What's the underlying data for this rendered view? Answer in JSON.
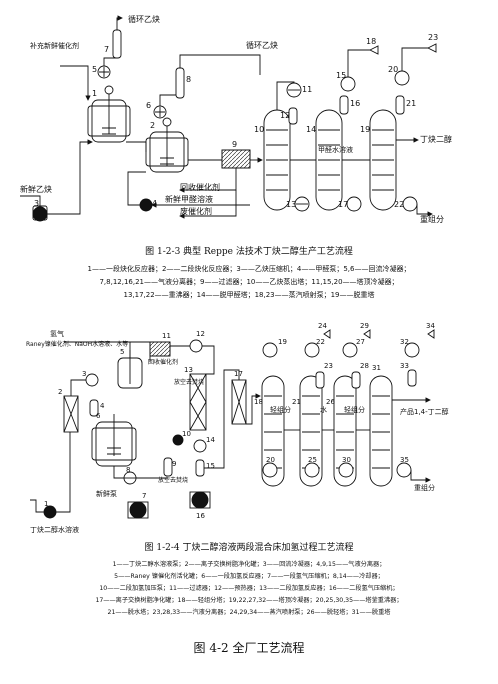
{
  "diagram1": {
    "labels": {
      "recycle_acetylene_top": "循环乙炔",
      "recycle_acetylene_right": "循环乙炔",
      "fresh_catalyst": "补充新鲜催化剂",
      "fresh_acetylene": "新鲜乙炔",
      "recover_catalyst": "回收催化剂",
      "fresh_formaldehyde": "新鲜甲醛溶液",
      "waste_catalyst": "废催化剂",
      "formaldehyde_water": "甲醛水溶液",
      "butynediol": "丁炔二醇",
      "heavy": "重组分"
    },
    "numbers": [
      "1",
      "2",
      "3",
      "4",
      "5",
      "6",
      "7",
      "8",
      "9",
      "10",
      "11",
      "12",
      "13",
      "14",
      "15",
      "16",
      "17",
      "18",
      "19",
      "20",
      "21",
      "22",
      "23"
    ],
    "caption_title": "图 1-2-3   典型 Reppe 法技术丁炔二醇生产工艺流程",
    "legend_lines": [
      "1——一段炔化反应器；2——二段炔化反应器；3——乙炔压缩机；4——甲醛泵；5,6——回流冷凝器；",
      "7,8,12,16,21——气液分离器；9——过滤器；10——乙炔蒸出塔；11,15,20——塔顶冷凝器；",
      "13,17,22——重沸器；14——脱甲醛塔；18,23——蒸汽喷射泵；19——脱重塔"
    ]
  },
  "diagram2": {
    "labels": {
      "hydrogen": "氢气",
      "raney_feed": "Raney镍催化剂、NaOH水溶液、水等",
      "recover_catalyst": "回收催化剂",
      "vent1": "放空去焚烧",
      "vent2": "放空去焚烧",
      "fresh_pump": "新鲜泵",
      "butynediol_solution": "丁炔二醇水溶液",
      "light1": "轻组分",
      "water": "水",
      "light2": "轻组分",
      "product": "产品1,4-丁二醇",
      "heavy": "重组分"
    },
    "numbers": [
      "1",
      "2",
      "3",
      "4",
      "5",
      "6",
      "7",
      "8",
      "9",
      "10",
      "11",
      "12",
      "13",
      "14",
      "15",
      "16",
      "17",
      "18",
      "19",
      "20",
      "21",
      "22",
      "23",
      "24",
      "25",
      "26",
      "27",
      "28",
      "29",
      "30",
      "31",
      "32",
      "33",
      "34",
      "35"
    ],
    "caption_title": "图 1-2-4    丁炔二醇溶液两段混合床加氢过程工艺流程",
    "legend_lines": [
      "1——丁炔二醇水溶液泵；2——离子交换树脂净化罐；3——回流冷凝器；4,9,15——气液分离器；",
      "5——Raney 镍催化剂活化罐；6——一段加氢反应器；7——一段氢气压缩机；8,14——冷却器；",
      "10——二段加氢加压泵；11——过滤器；12——预热器；13——二段加氢反应器；16——二段氢气压缩机；",
      "17——离子交换树脂净化罐；18——轻组分塔；19,22,27,32——塔顶冷凝器；20,25,30,35——塔釜重沸器；",
      "21——脱水塔；23,28,33——汽液分离器；24,29,34——蒸汽喷射泵；26——脱轻塔；31——脱重塔"
    ]
  },
  "figure_caption": "图 4-2 全厂工艺流程"
}
